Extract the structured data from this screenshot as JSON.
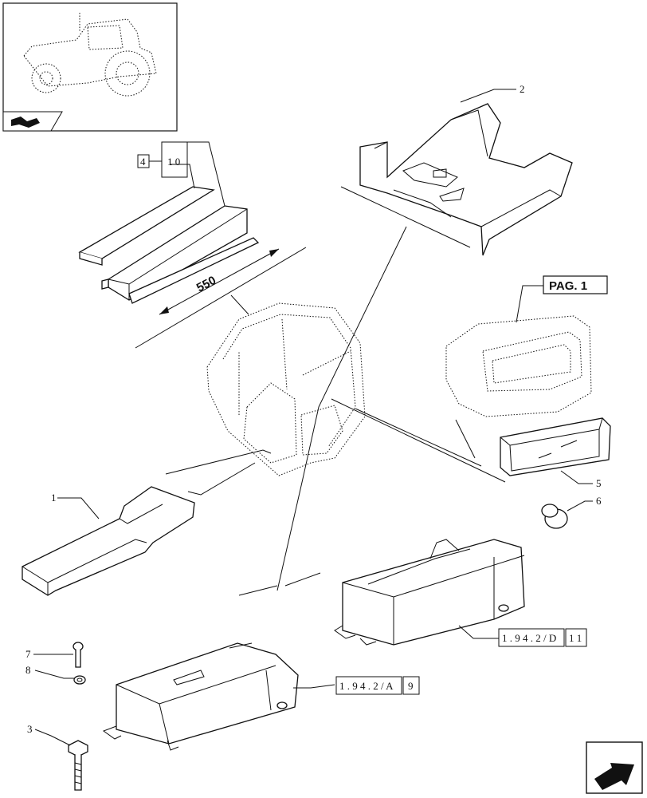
{
  "thumbnail": {
    "icon": "tractor-icon",
    "nav_icon": "arrow-book-icon"
  },
  "dimension": {
    "value": "550"
  },
  "page_ref": {
    "label": "PAG. 1"
  },
  "callouts": {
    "c1": "1",
    "c2": "2",
    "c3": "3",
    "c5": "5",
    "c6": "6",
    "c7": "7",
    "c8": "8",
    "c4": "4",
    "c10": "1 0"
  },
  "refs": {
    "ref_d": "1 . 9 4 . 2 / D",
    "ref_d_num": "1 1",
    "ref_a": "1 . 9 4 . 2 / A",
    "ref_a_num": "9"
  },
  "next_page_icon": "arrow-next-icon"
}
